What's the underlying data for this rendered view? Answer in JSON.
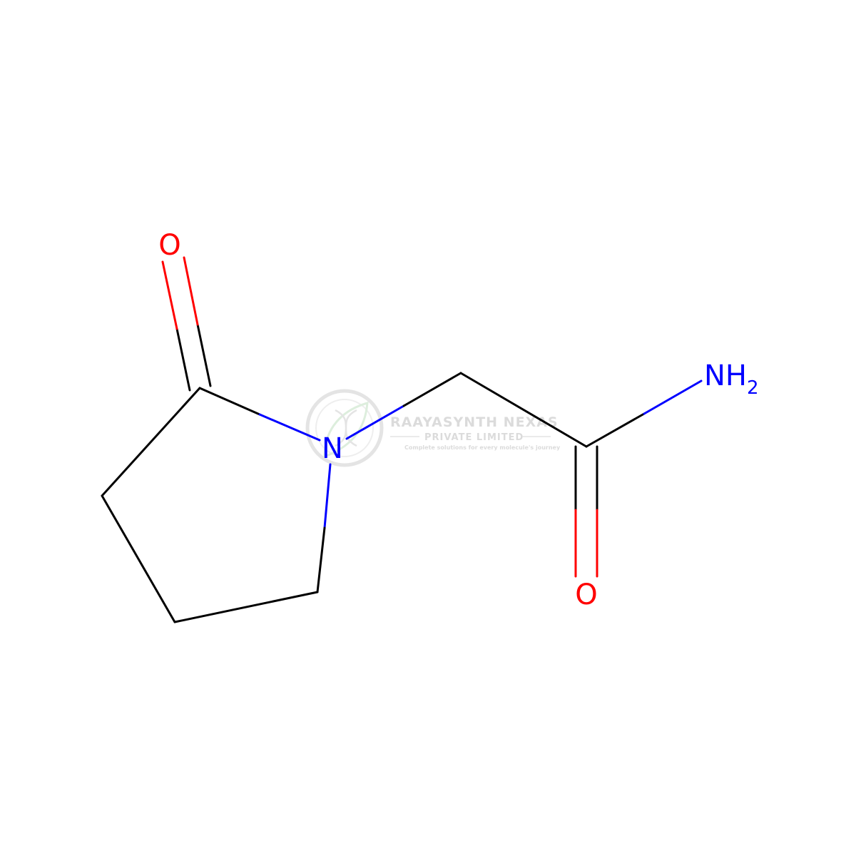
{
  "molecule": {
    "atoms": {
      "ring_carbonyl_oxygen": "O",
      "ring_nitrogen": "N",
      "amide_nitrogen": "NH",
      "amide_nitrogen_subscript": "2",
      "amide_carbonyl_oxygen": "O"
    },
    "colors": {
      "bond": "#000000",
      "oxygen": "#ff0000",
      "nitrogen": "#0000ff"
    }
  },
  "watermark": {
    "company": "RAAYASYNTH NEXAS",
    "subtitle": "PRIVATE LIMITED",
    "tagline": "Complete solutions for every molecule's journey",
    "color": "#9a9a9a"
  }
}
